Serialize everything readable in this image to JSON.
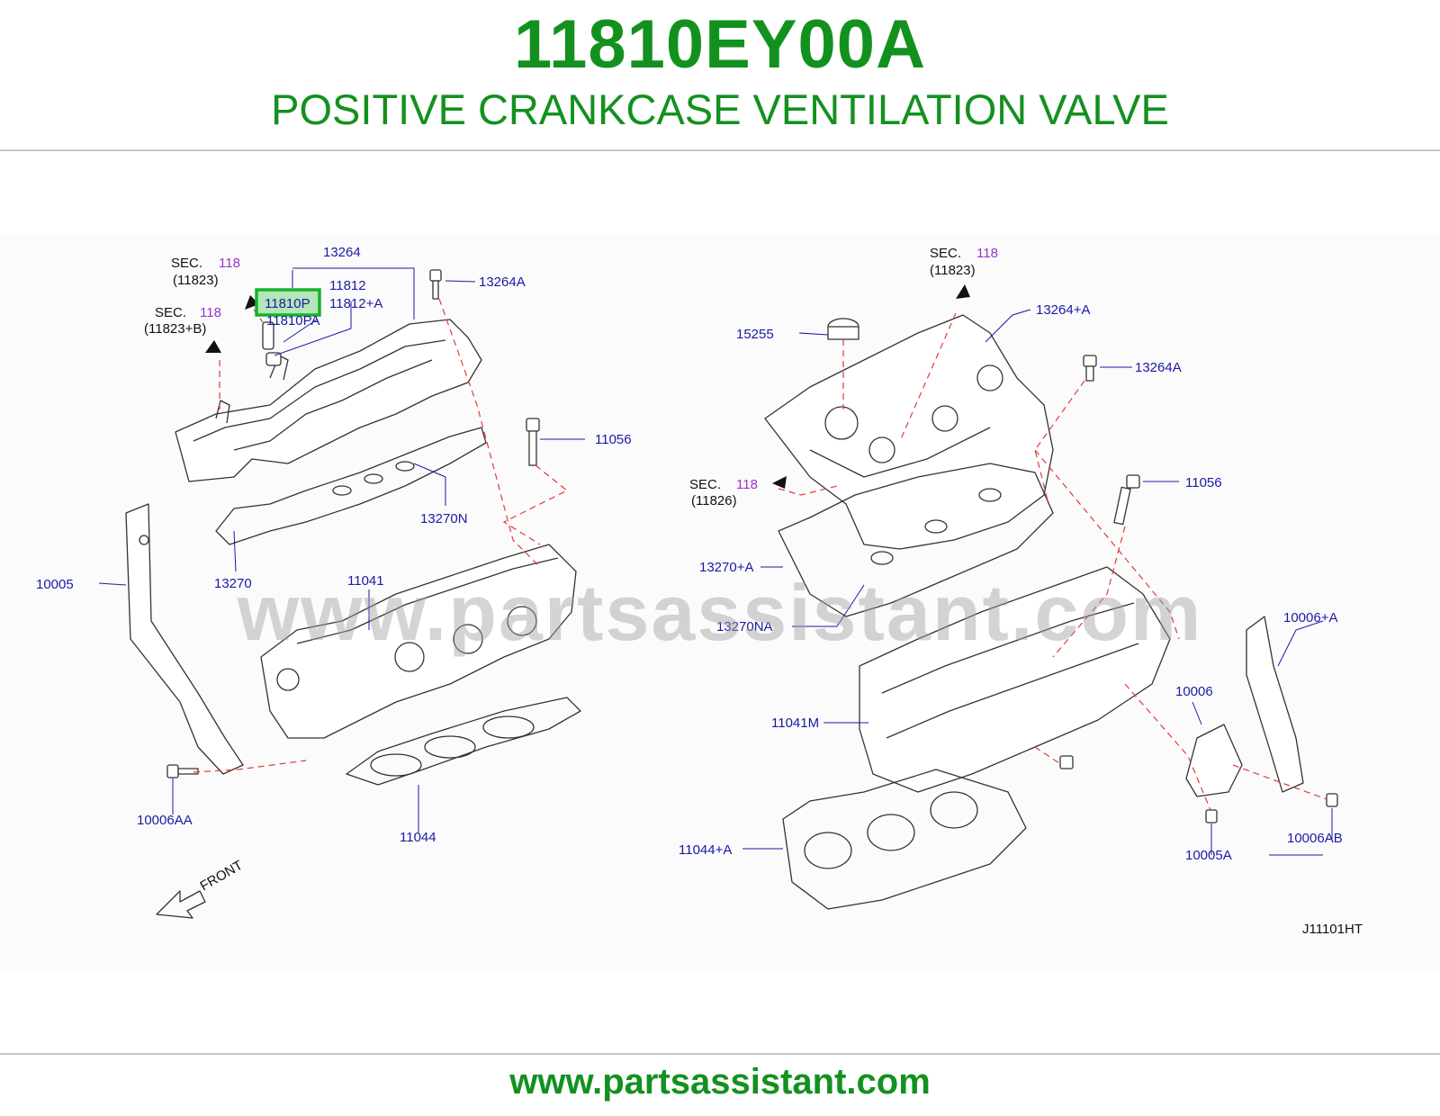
{
  "header": {
    "part_number": "11810EY00A",
    "part_name": "POSITIVE CRANKCASE VENTILATION VALVE"
  },
  "diagram": {
    "highlighted_part": "11810P",
    "diagram_code": "J11101HT",
    "front_label": "FRONT",
    "labels_left": {
      "sec_a_word": "SEC.",
      "sec_a_num": "118",
      "sec_a_ref": "(11823)",
      "sec_b_word": "SEC.",
      "sec_b_num": "118",
      "sec_b_ref": "(11823+B)",
      "p13264": "13264",
      "p11812": "11812",
      "p11810p": "11810P",
      "p11812a": "11812+A",
      "p11810pa": "11810PA",
      "p13264a": "13264A",
      "p11056": "11056",
      "p13270n": "13270N",
      "p13270": "13270",
      "p11041": "11041",
      "p10005": "10005",
      "p10006aa": "10006AA",
      "p11044": "11044"
    },
    "labels_right": {
      "sec_c_word": "SEC.",
      "sec_c_num": "118",
      "sec_c_ref": "(11823)",
      "sec_d_word": "SEC.",
      "sec_d_num": "118",
      "sec_d_ref": "(11826)",
      "p13264_a": "13264+A",
      "p15255": "15255",
      "p13264a": "13264A",
      "p11056": "11056",
      "p13270_a": "13270+A",
      "p13270na": "13270NA",
      "p10006_a": "10006+A",
      "p10006": "10006",
      "p11041m": "11041M",
      "p11044_a": "11044+A",
      "p10005a": "10005A",
      "p10006ab": "10006AB"
    }
  },
  "watermark": "www.partsassistant.com",
  "footer": {
    "url": "www.partsassistant.com"
  }
}
